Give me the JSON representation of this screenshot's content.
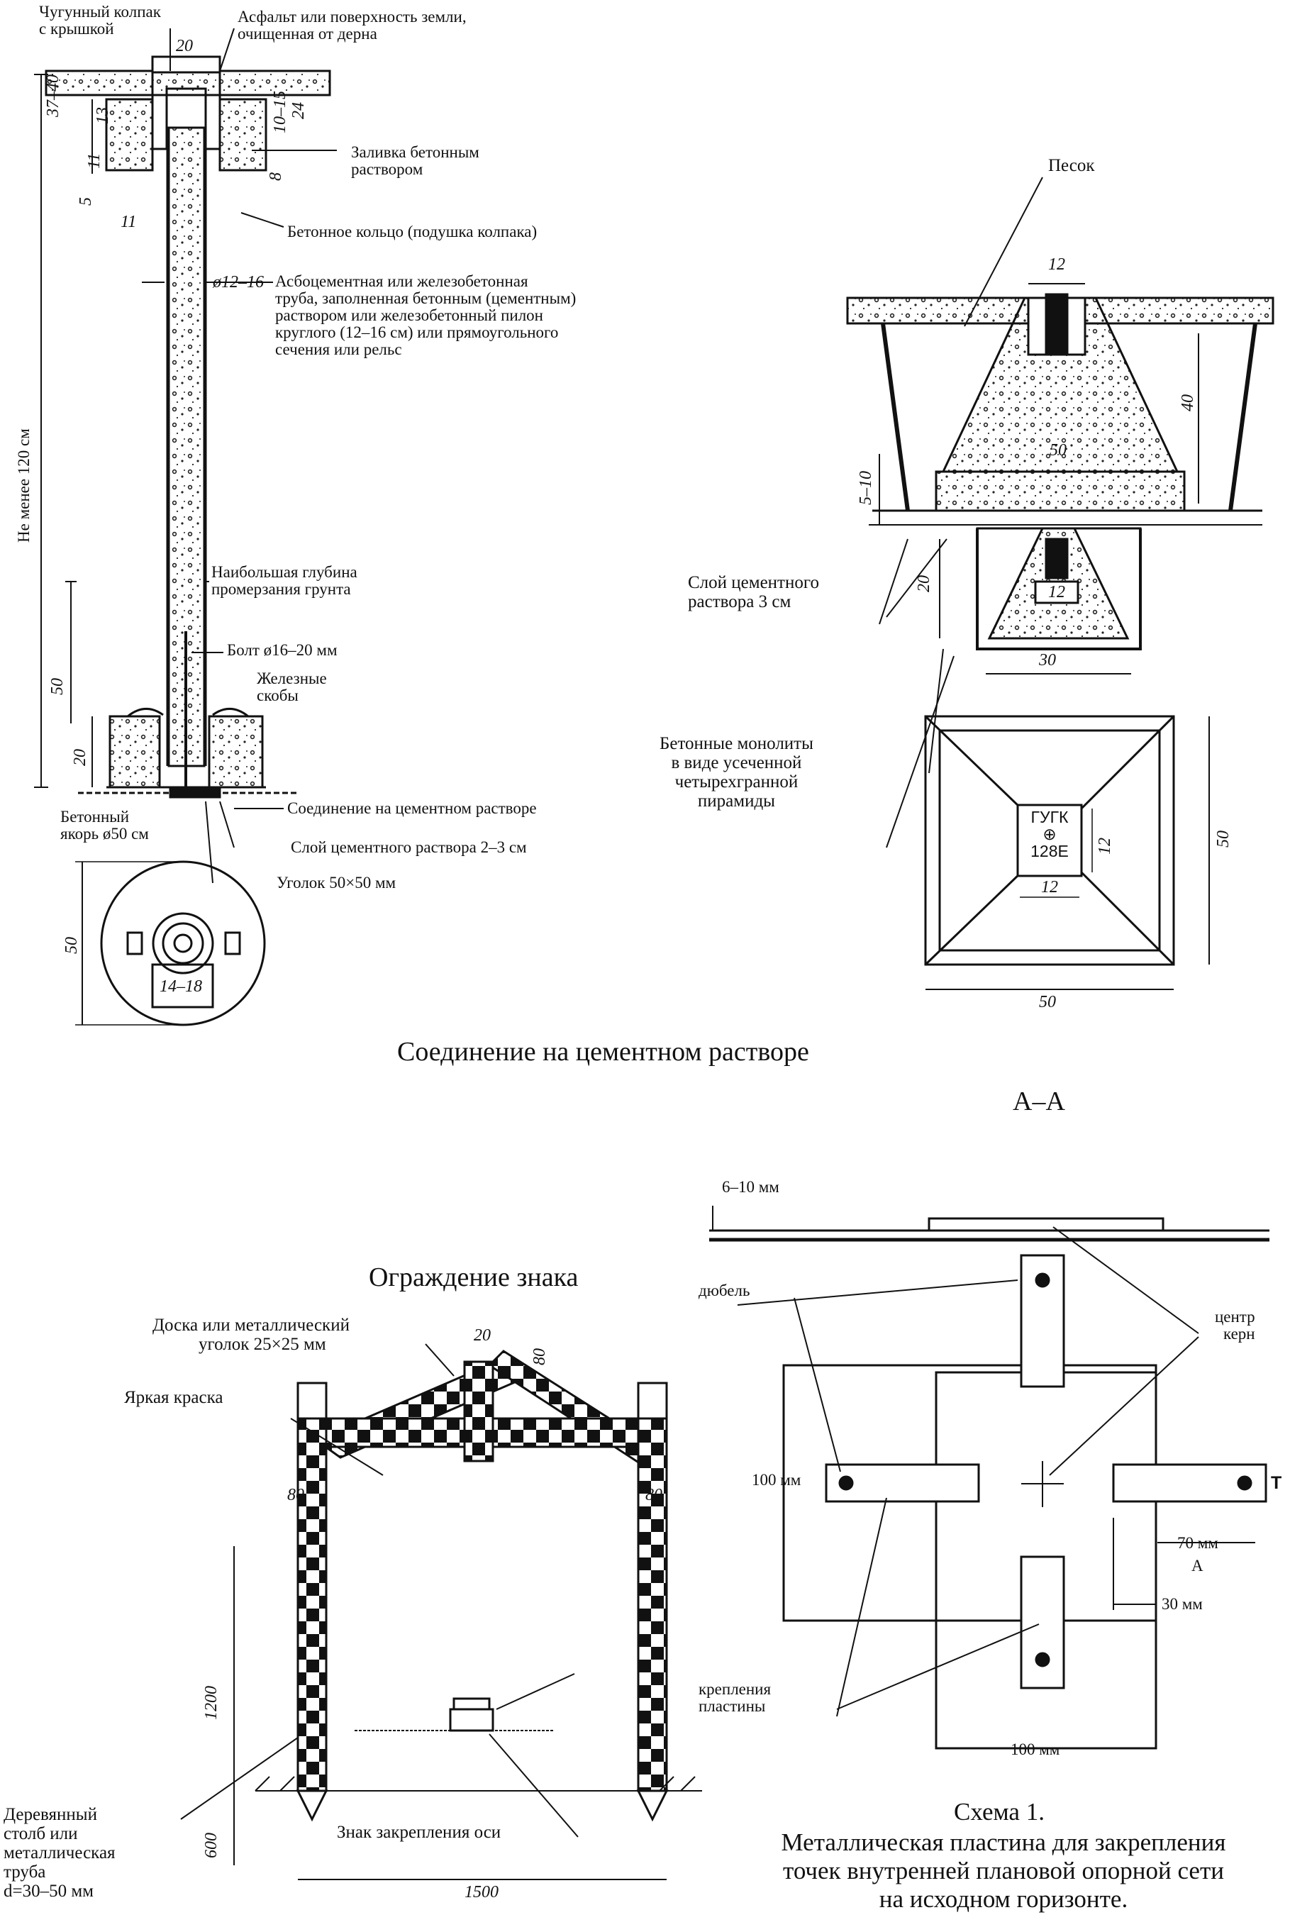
{
  "top_left": {
    "cast_cap": [
      "Чугунный колпак",
      "с крышкой"
    ],
    "asphalt": [
      "Асфальт или поверхность земли,",
      "очищенная от дерна"
    ],
    "concrete_fill": [
      "Заливка бетонным",
      "раствором"
    ],
    "concrete_ring": "Бетонное кольцо (подушка колпака)",
    "pipe_desc": [
      "Асбоцементная или железобетонная",
      "труба, заполненная бетонным (цементным)",
      "раствором или железобетонный пилон",
      "круглого (12–16 см) или прямоугольного",
      "сечения или рельс"
    ],
    "depth_note": "Не менее 120 см",
    "frost": [
      "Наибольшая глубина",
      "промерзания грунта"
    ],
    "bolt": "Болт ø16–20 мм",
    "brackets": [
      "Железные",
      "скобы"
    ],
    "joint": "Соединение на цементном растворе",
    "anchor": [
      "Бетонный",
      "якорь ø50 см"
    ],
    "mortar_layer": "Слой цементного раствора 2–3 см",
    "angle": "Уголок 50×50 мм",
    "dims": {
      "d20": "20",
      "d37_40": "37–40",
      "d13": "13",
      "d11": "11",
      "d10_15": "10–15",
      "d24": "24",
      "d8": "8",
      "d12_16": "ø12–16",
      "d50": "50",
      "d20b": "20",
      "d50plan": "50",
      "d14_18": "14–18",
      "d11b": "11",
      "d5": "5"
    }
  },
  "top_right": {
    "sand": "Песок",
    "mortar3": [
      "Слой цементного",
      "раствора 3 см"
    ],
    "monoliths": [
      "Бетонные монолиты",
      "в виде усеченной",
      "четырехгранной",
      "пирамиды"
    ],
    "plate_text": [
      "ГУГК",
      "⊕",
      "128Е"
    ],
    "dims": {
      "d12a": "12",
      "d40": "40",
      "d50": "50",
      "d5_10": "5–10",
      "d20": "20",
      "d12b": "12",
      "d30": "30",
      "d12c": "12",
      "d12d": "12",
      "d50v": "50",
      "d50h": "50"
    }
  },
  "captions": {
    "cement_joint": "Соединение на цементном растворе",
    "section": "А–А"
  },
  "bottom_left": {
    "title": "Ограждение знака",
    "board": [
      "Доска или металлический",
      "уголок 25×25 мм"
    ],
    "paint": "Яркая краска",
    "post": [
      "Деревянный",
      "столб или",
      "металлическая",
      "труба",
      "d=30–50 мм"
    ],
    "axis_mark": "Знак закрепления оси",
    "dims": {
      "d20": "20",
      "d80a": "80",
      "d80b": "80",
      "d80c": "80",
      "d1200": "1200",
      "d600": "600",
      "d1500": "1500"
    }
  },
  "bottom_right": {
    "thickness": "6–10 мм",
    "dowel": "дюбель",
    "center": [
      "центр",
      "керн"
    ],
    "d100left": "100 мм",
    "d70": "70 мм",
    "a_label": "А",
    "t_label": "Т",
    "d30": "30 мм",
    "fasteners": [
      "крепления",
      "пластины"
    ],
    "d100bottom": "100 мм",
    "scheme": "Схема 1.",
    "scheme_desc": [
      "Металлическая пластина для закрепления",
      "точек внутренней плановой опорной сети",
      "на исходном горизонте."
    ]
  }
}
